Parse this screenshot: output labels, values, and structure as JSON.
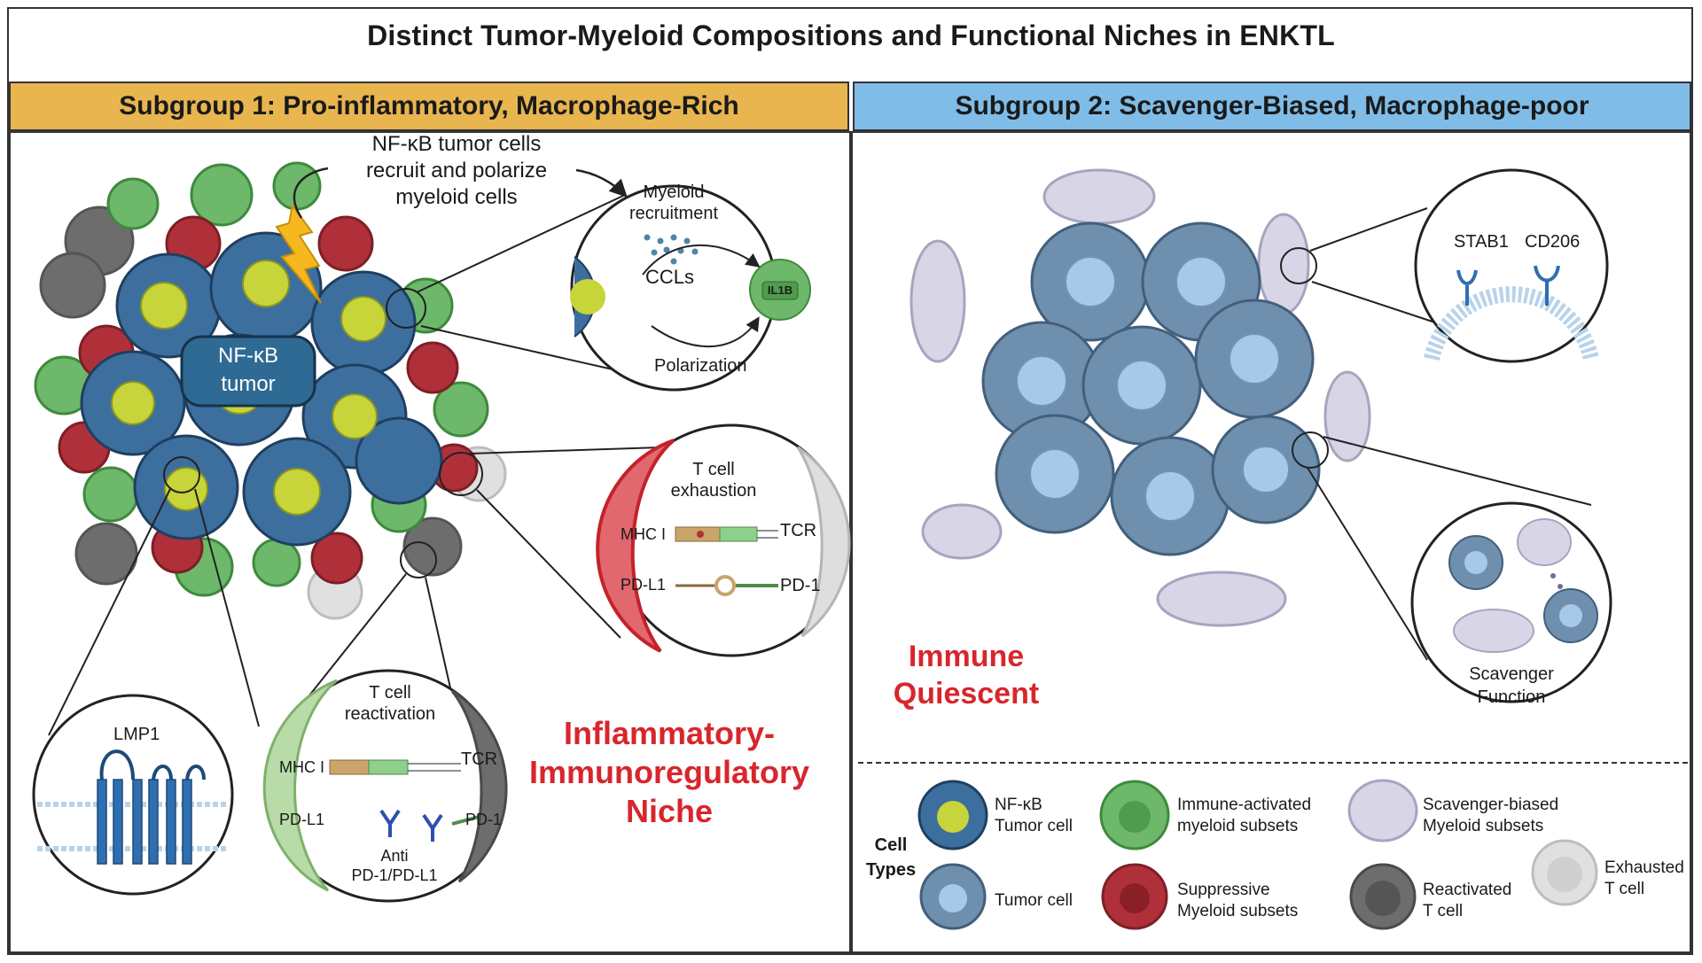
{
  "title": "Distinct Tumor-Myeloid Compositions and Functional Niches in ENKTL",
  "subgroup1": {
    "header": "Subgroup 1: Pro-inflammatory, Macrophage-Rich",
    "callout_line1": "NF-κB tumor cells",
    "callout_line2": "recruit and polarize",
    "callout_line3": "myeloid cells",
    "core_line1": "NF-κB",
    "core_line2": "tumor",
    "zoom_recruit": {
      "line1": "Myeloid",
      "line2": "recruitment",
      "ccls": "CCLs",
      "il1b": "IL1B",
      "polarization": "Polarization"
    },
    "zoom_exhaustion": {
      "line1": "T cell",
      "line2": "exhaustion",
      "mhc": "MHC I",
      "tcr": "TCR",
      "pdl1": "PD-L1",
      "pd1": "PD-1"
    },
    "zoom_lmp1": {
      "label": "LMP1"
    },
    "zoom_reactivation": {
      "line1": "T cell",
      "line2": "reactivation",
      "mhc": "MHC I",
      "tcr": "TCR",
      "pdl1": "PD-L1",
      "pd1": "PD-1",
      "anti_line1": "Anti",
      "anti_line2": "PD-1/PD-L1"
    },
    "niche_line1": "Inflammatory-",
    "niche_line2": "Immunoregulatory",
    "niche_line3": "Niche"
  },
  "subgroup2": {
    "header": "Subgroup 2: Scavenger-Biased, Macrophage-poor",
    "receptor_zoom": {
      "stab1": "STAB1",
      "cd206": "CD206"
    },
    "scavenger_zoom": {
      "line1": "Scavenger",
      "line2": "Function"
    },
    "niche_line1": "Immune",
    "niche_line2": "Quiescent"
  },
  "legend": {
    "heading_line1": "Cell",
    "heading_line2": "Types",
    "items": [
      {
        "line1": "NF-κB",
        "line2": "Tumor cell"
      },
      {
        "line1": "Immune-activated",
        "line2": "myeloid subsets"
      },
      {
        "line1": "Scavenger-biased",
        "line2": "Myeloid subsets"
      },
      {
        "line1": "Tumor cell",
        "line2": ""
      },
      {
        "line1": "Suppressive",
        "line2": "Myeloid subsets"
      },
      {
        "line1": "Reactivated",
        "line2": "T cell"
      },
      {
        "line1": "Exhausted",
        "line2": "T cell"
      }
    ]
  },
  "colors": {
    "subgroup1_header": "#e8b54f",
    "subgroup2_header": "#7fbde8",
    "niche_text": "#d7262c",
    "nfkb_tumor": "#3d6f9e",
    "tumor_nucleus": "#c7d43a",
    "plain_tumor": "#6f8faf",
    "immune_activated_myeloid": "#6db86a",
    "suppressive_myeloid": "#b0303a",
    "scavenger_myeloid": "#d8d6e6",
    "reactivated_tcell": "#6d6d6d",
    "exhausted_tcell": "#dcdcdc",
    "lightning": "#f5b820"
  }
}
